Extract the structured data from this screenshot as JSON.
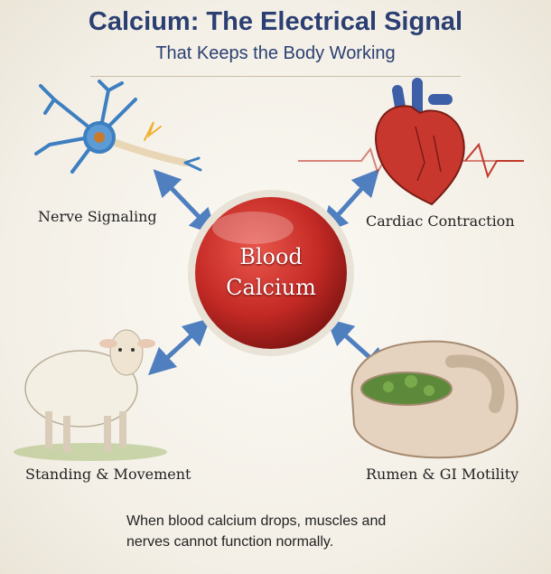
{
  "header": {
    "title": "Calcium: The Electrical Signal",
    "subtitle": "That Keeps the Body Working"
  },
  "center": {
    "line1": "Blood",
    "line2": "Calcium"
  },
  "nodes": [
    {
      "label": "Nerve Signaling",
      "icon": "neuron-icon"
    },
    {
      "label": "Cardiac Contraction",
      "icon": "heart-icon"
    },
    {
      "label": "Standing & Movement",
      "icon": "sheep-icon"
    },
    {
      "label": "Rumen & GI Motility",
      "icon": "rumen-icon"
    }
  ],
  "footer": {
    "line1": "When blood calcium drops, muscles and",
    "line2": "nerves cannot function normally."
  },
  "colors": {
    "title": "#2b3f72",
    "center": "#c42a25",
    "arrow": "#4f7fbf"
  }
}
